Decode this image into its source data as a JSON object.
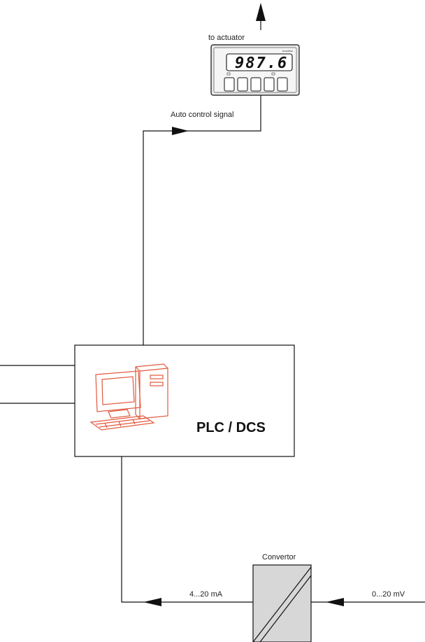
{
  "labels": {
    "to_actuator": "to actuator",
    "auto_control_signal": "Auto control signal",
    "plc_dcs": "PLC / DCS",
    "convertor": "Convertor",
    "current_signal": "4...20 mA",
    "voltage_signal": "0...20 mV"
  },
  "display": {
    "reading": "987.6",
    "brand": "ensalbur"
  },
  "icons": {
    "plc": "computer-icon",
    "convertor": "convertor-icon"
  },
  "colors": {
    "line": "#111111",
    "computer_icon": "#e2593d",
    "convertor_fill": "#d7d7d7",
    "meter_body": "#e8e8e8"
  }
}
